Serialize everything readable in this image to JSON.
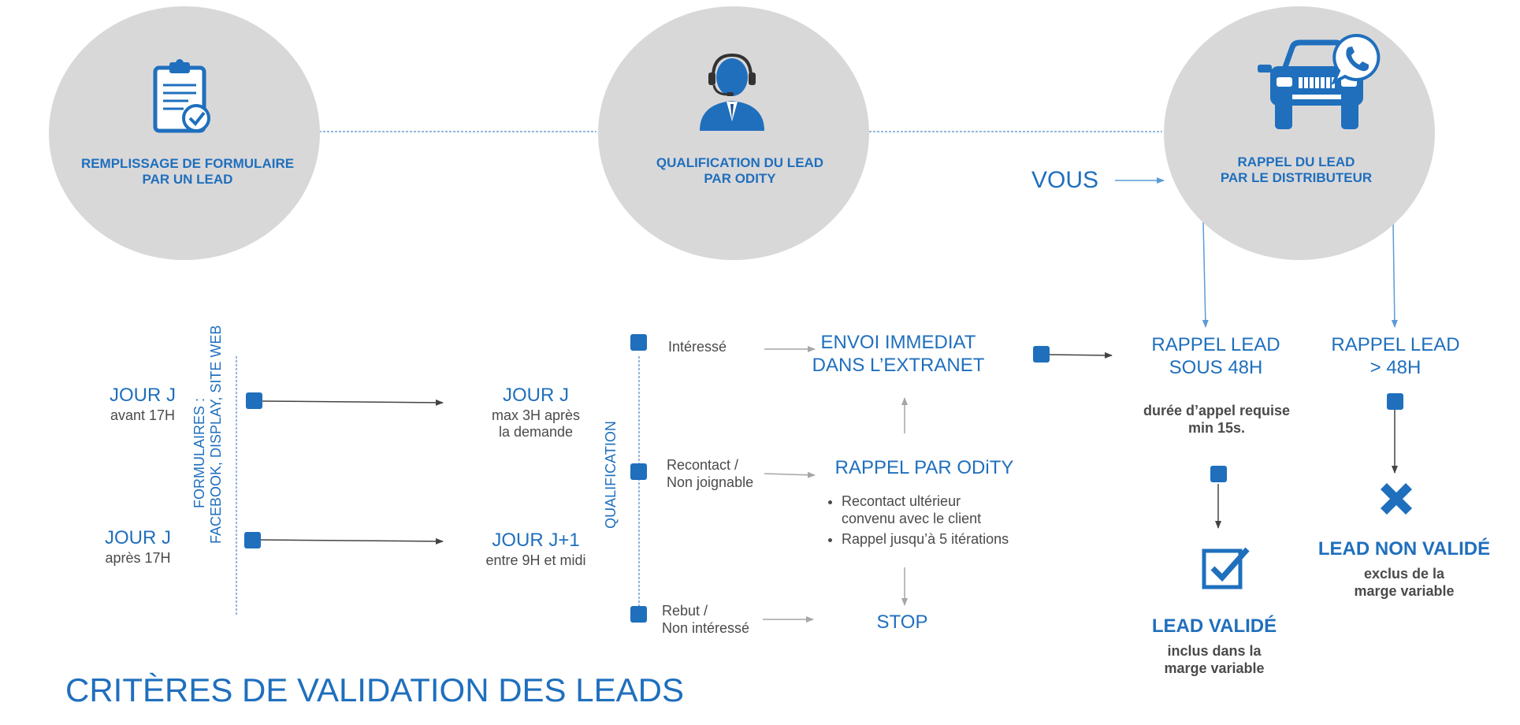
{
  "stages": [
    {
      "line1": "REMPLISSAGE DE FORMULAIRE",
      "line2": "PAR UN LEAD",
      "icon": "clipboard-check-icon"
    },
    {
      "line1": "QUALIFICATION DU LEAD",
      "line2": "PAR ODITY",
      "icon": "call-center-agent-icon"
    },
    {
      "line1": "RAPPEL DU LEAD",
      "line2": "PAR LE DISTRIBUTEUR",
      "icon": "car-whatsapp-icon"
    }
  ],
  "vous_label": "VOUS",
  "formulaires": {
    "line1": "FORMULAIRES :",
    "line2": "FACEBOOK, DISPLAY, SITE WEB"
  },
  "qualification_label": "QUALIFICATION",
  "timing": [
    {
      "day": "JOUR J",
      "detail": "avant 17H"
    },
    {
      "day": "JOUR J",
      "detail": "après 17H"
    }
  ],
  "delays": [
    {
      "day": "JOUR J",
      "detail1": "max 3H après",
      "detail2": "la demande"
    },
    {
      "day": "JOUR J+1",
      "detail1": "entre 9H et midi"
    }
  ],
  "outcomes": [
    {
      "line1": "Intéressé"
    },
    {
      "line1": "Recontact /",
      "line2": "Non joignable"
    },
    {
      "line1": "Rebut /",
      "line2": "Non intéressé"
    }
  ],
  "actions": {
    "envoi": {
      "line1": "ENVOI IMMEDIAT",
      "line2": "DANS L’EXTRANET"
    },
    "rappel": {
      "title": "RAPPEL PAR ODiTY",
      "bullets": [
        "Recontact ultérieur",
        "convenu avec le client",
        "Rappel jusqu’à 5 itérations"
      ]
    },
    "stop": "STOP"
  },
  "rappel_48": {
    "line1": "RAPPEL LEAD",
    "line2": "SOUS 48H",
    "note1": "durée d’appel requise",
    "note2": "min 15s."
  },
  "rappel_gt48": {
    "line1": "RAPPEL LEAD",
    "line2": "> 48H"
  },
  "lead_valide": {
    "title": "LEAD VALIDÉ",
    "line1": "inclus dans la",
    "line2": "marge variable",
    "icon": "checkbox-checked-icon"
  },
  "lead_non_valide": {
    "title": "LEAD NON VALIDÉ",
    "line1": "exclus de la",
    "line2": "marge variable",
    "icon": "cross-icon"
  },
  "page_title": "CRITÈRES DE VALIDATION DES LEADS",
  "colors": {
    "blue": "#1f6fbd",
    "light_blue": "#5b9bd5",
    "circle_grey": "#d9d8d9",
    "text_grey": "#4a4a4a"
  }
}
